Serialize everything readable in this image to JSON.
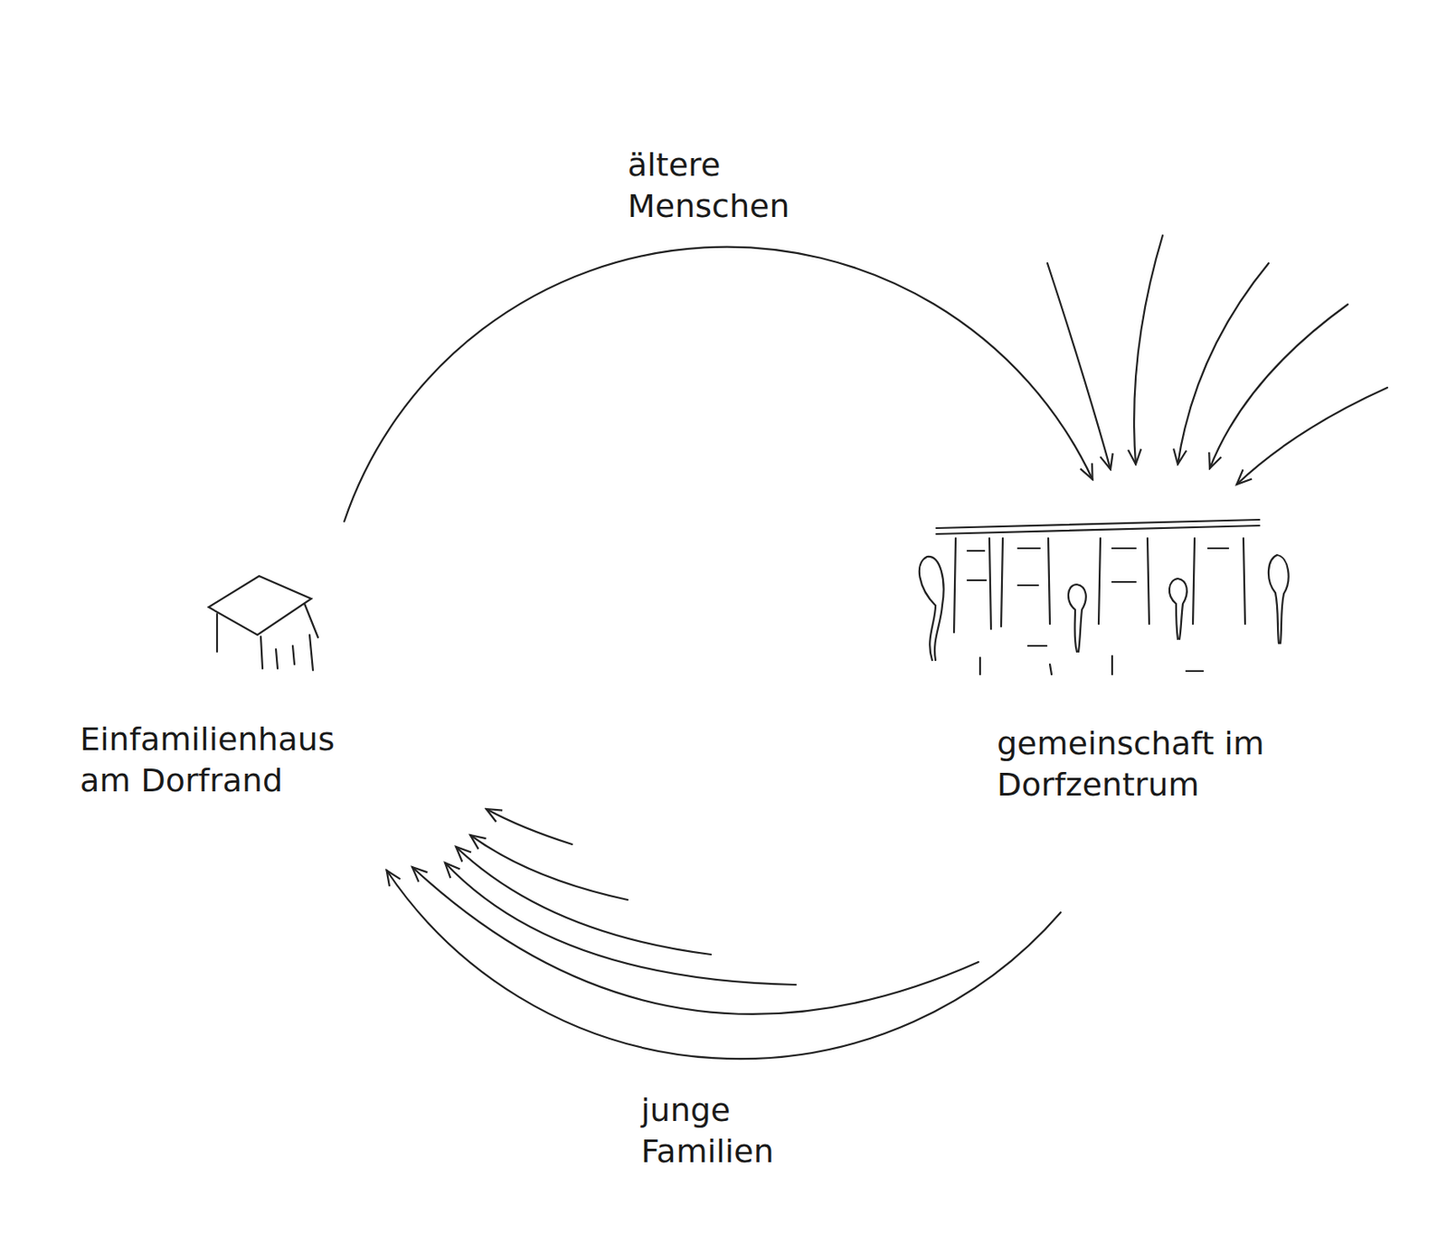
{
  "diagram": {
    "nodes": [
      {
        "text": [
          "Einfamilienhaus am Dorfrand"
        ]
      },
      {
        "text": [
          "gemeinschaft im Dorfzentrum"
        ]
      }
    ],
    "edges": [
      {
        "from": 0,
        "to": 1,
        "arrow": "to",
        "label": "ältere Menschen"
      },
      {
        "from": 1,
        "to": 0,
        "arrow": "to",
        "label": "junge Familien"
      }
    ]
  }
}
